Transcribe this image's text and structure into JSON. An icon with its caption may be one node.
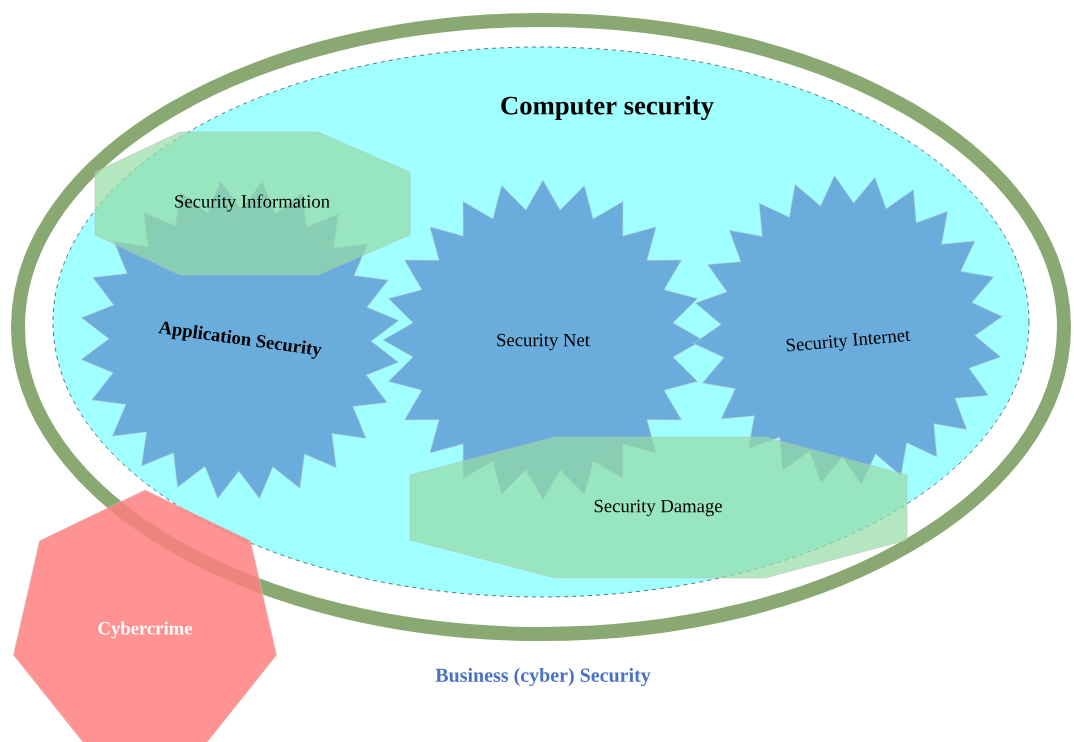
{
  "diagram": {
    "nodes": [
      {
        "text": [
          "Business (cyber) Security"
        ]
      },
      {
        "text": [
          "Computer security"
        ],
        "in": 0
      },
      {
        "text": [
          "Security Information"
        ],
        "in": 1
      },
      {
        "text": [
          "Application Security"
        ],
        "in": 1
      },
      {
        "text": [
          "Security Net"
        ],
        "in": 1
      },
      {
        "text": [
          "Security Internet"
        ],
        "in": 1
      },
      {
        "text": [
          "Security Damage"
        ],
        "in": 1
      },
      {
        "text": [
          "Cybercrime"
        ]
      }
    ]
  }
}
